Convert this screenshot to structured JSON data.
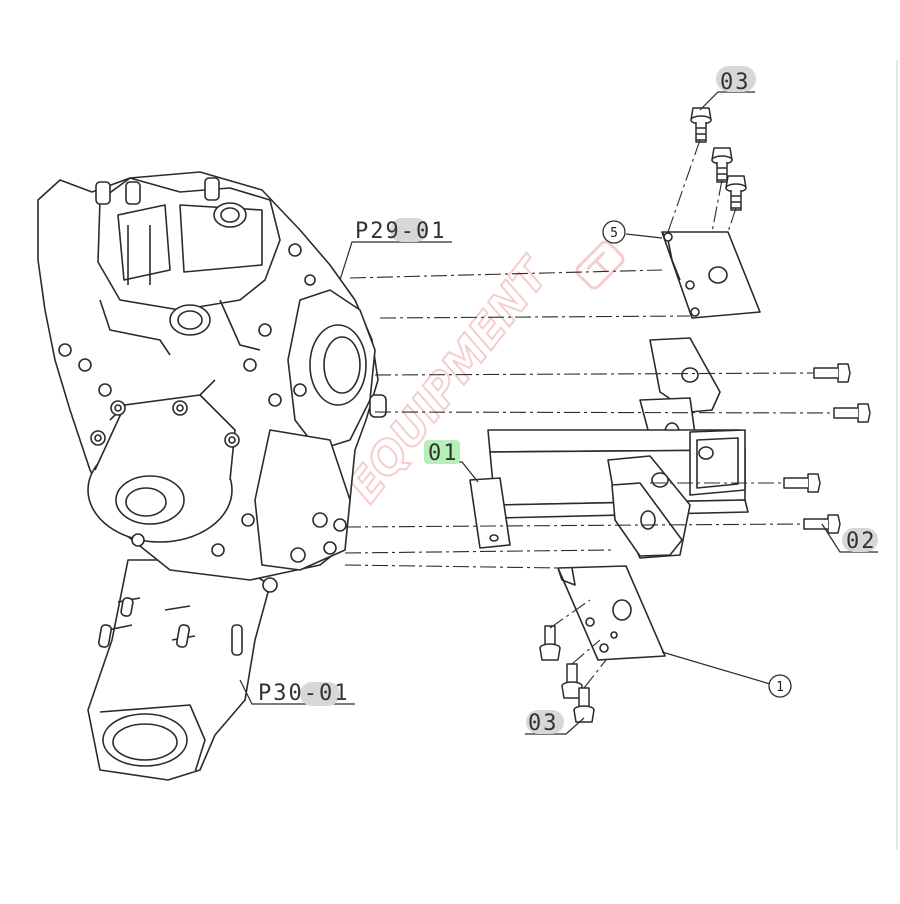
{
  "labels": {
    "part_01": "01",
    "part_02": "02",
    "part_03_top": "03",
    "part_03_bottom": "03",
    "ref_p29": "P29-01",
    "ref_p30": "P30-01",
    "circle_1": "1",
    "circle_5": "5"
  },
  "watermark": {
    "line1": "EQUIPMENT",
    "line2": "le"
  },
  "colors": {
    "line": "#2b2b2b",
    "tag_bg": "#d7d7d7",
    "tag_highlight": "#b6f0b6",
    "watermark": "#e87878"
  }
}
